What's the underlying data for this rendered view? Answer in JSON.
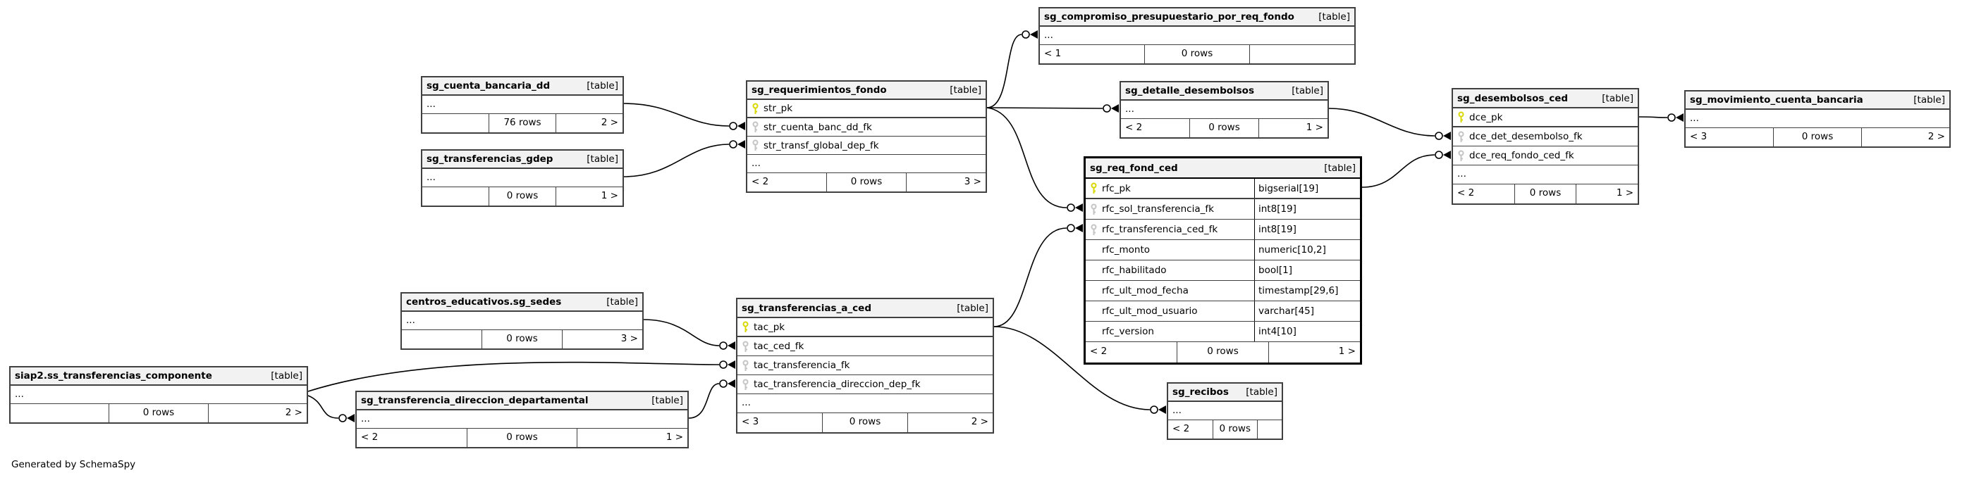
{
  "diagram": {
    "generated_by": "Generated by SchemaSpy",
    "table_tag": "[table]"
  },
  "colors": {
    "primary_key_icon": "#d8d800",
    "foreign_key_icon": "#c4c4c4",
    "header_bg": "#f2f2f2",
    "table_border": "#404040",
    "relationship_line": "#000000"
  },
  "tables": {
    "compromiso": {
      "name": "sg_compromiso_presupuestario_por_req_fondo",
      "tag": "[table]",
      "ellipsis": "...",
      "footer": {
        "left": "< 1",
        "center": "0 rows",
        "right": ""
      }
    },
    "cuenta_bancaria_dd": {
      "name": "sg_cuenta_bancaria_dd",
      "tag": "[table]",
      "ellipsis": "...",
      "footer": {
        "left": "",
        "center": "76 rows",
        "right": "2 >"
      }
    },
    "transferencias_gdep": {
      "name": "sg_transferencias_gdep",
      "tag": "[table]",
      "ellipsis": "...",
      "footer": {
        "left": "",
        "center": "0 rows",
        "right": "1 >"
      }
    },
    "requerimientos_fondo": {
      "name": "sg_requerimientos_fondo",
      "tag": "[table]",
      "columns": [
        {
          "name": "str_pk",
          "key": "pk"
        },
        {
          "name": "str_cuenta_banc_dd_fk",
          "key": "fk"
        },
        {
          "name": "str_transf_global_dep_fk",
          "key": "fk"
        }
      ],
      "ellipsis": "...",
      "footer": {
        "left": "< 2",
        "center": "0 rows",
        "right": "3 >"
      }
    },
    "detalle_desembolsos": {
      "name": "sg_detalle_desembolsos",
      "tag": "[table]",
      "ellipsis": "...",
      "footer": {
        "left": "< 2",
        "center": "0 rows",
        "right": "1 >"
      }
    },
    "desembolsos_ced": {
      "name": "sg_desembolsos_ced",
      "tag": "[table]",
      "columns": [
        {
          "name": "dce_pk",
          "key": "pk"
        },
        {
          "name": "dce_det_desembolso_fk",
          "key": "fk"
        },
        {
          "name": "dce_req_fondo_ced_fk",
          "key": "fk"
        }
      ],
      "ellipsis": "...",
      "footer": {
        "left": "< 2",
        "center": "0 rows",
        "right": "1 >"
      }
    },
    "movimiento_cuenta_bancaria": {
      "name": "sg_movimiento_cuenta_bancaria",
      "tag": "[table]",
      "ellipsis": "...",
      "footer": {
        "left": "< 3",
        "center": "0 rows",
        "right": "2 >"
      }
    },
    "req_fond_ced": {
      "name": "sg_req_fond_ced",
      "tag": "[table]",
      "columns": [
        {
          "name": "rfc_pk",
          "type": "bigserial[19]",
          "key": "pk"
        },
        {
          "name": "rfc_sol_transferencia_fk",
          "type": "int8[19]",
          "key": "fk"
        },
        {
          "name": "rfc_transferencia_ced_fk",
          "type": "int8[19]",
          "key": "fk"
        },
        {
          "name": "rfc_monto",
          "type": "numeric[10,2]",
          "key": ""
        },
        {
          "name": "rfc_habilitado",
          "type": "bool[1]",
          "key": ""
        },
        {
          "name": "rfc_ult_mod_fecha",
          "type": "timestamp[29,6]",
          "key": ""
        },
        {
          "name": "rfc_ult_mod_usuario",
          "type": "varchar[45]",
          "key": ""
        },
        {
          "name": "rfc_version",
          "type": "int4[10]",
          "key": ""
        }
      ],
      "footer": {
        "left": "< 2",
        "center": "0 rows",
        "right": "1 >"
      }
    },
    "sedes": {
      "name": "centros_educativos.sg_sedes",
      "tag": "[table]",
      "ellipsis": "...",
      "footer": {
        "left": "",
        "center": "0 rows",
        "right": "3 >"
      }
    },
    "siap2_transferencias_componente": {
      "name": "siap2.ss_transferencias_componente",
      "tag": "[table]",
      "ellipsis": "...",
      "footer": {
        "left": "",
        "center": "0 rows",
        "right": "2 >"
      }
    },
    "transferencia_direccion_departamental": {
      "name": "sg_transferencia_direccion_departamental",
      "tag": "[table]",
      "ellipsis": "...",
      "footer": {
        "left": "< 2",
        "center": "0 rows",
        "right": "1 >"
      }
    },
    "transferencias_a_ced": {
      "name": "sg_transferencias_a_ced",
      "tag": "[table]",
      "columns": [
        {
          "name": "tac_pk",
          "key": "pk"
        },
        {
          "name": "tac_ced_fk",
          "key": "fk"
        },
        {
          "name": "tac_transferencia_fk",
          "key": "fk"
        },
        {
          "name": "tac_transferencia_direccion_dep_fk",
          "key": "fk"
        }
      ],
      "ellipsis": "...",
      "footer": {
        "left": "< 3",
        "center": "0 rows",
        "right": "2 >"
      }
    },
    "recibos": {
      "name": "sg_recibos",
      "tag": "[table]",
      "ellipsis": "...",
      "footer": {
        "left": "< 2",
        "center": "0 rows",
        "right": ""
      }
    }
  },
  "relationships": [
    {
      "from": "sg_cuenta_bancaria_dd",
      "to": "sg_requerimientos_fondo.str_cuenta_banc_dd_fk"
    },
    {
      "from": "sg_transferencias_gdep",
      "to": "sg_requerimientos_fondo.str_transf_global_dep_fk"
    },
    {
      "from": "sg_requerimientos_fondo.str_pk",
      "to": "sg_compromiso_presupuestario_por_req_fondo"
    },
    {
      "from": "sg_requerimientos_fondo.str_pk",
      "to": "sg_detalle_desembolsos"
    },
    {
      "from": "sg_requerimientos_fondo.str_pk",
      "to": "sg_req_fond_ced.rfc_sol_transferencia_fk"
    },
    {
      "from": "sg_detalle_desembolsos",
      "to": "sg_desembolsos_ced.dce_det_desembolso_fk"
    },
    {
      "from": "sg_req_fond_ced.rfc_pk",
      "to": "sg_desembolsos_ced.dce_req_fondo_ced_fk"
    },
    {
      "from": "sg_desembolsos_ced.dce_pk",
      "to": "sg_movimiento_cuenta_bancaria"
    },
    {
      "from": "centros_educativos.sg_sedes",
      "to": "sg_transferencias_a_ced.tac_ced_fk"
    },
    {
      "from": "siap2.ss_transferencias_componente",
      "to": "sg_transferencias_a_ced.tac_transferencia_fk"
    },
    {
      "from": "siap2.ss_transferencias_componente",
      "to": "sg_transferencia_direccion_departamental"
    },
    {
      "from": "sg_transferencia_direccion_departamental",
      "to": "sg_transferencias_a_ced.tac_transferencia_direccion_dep_fk"
    },
    {
      "from": "sg_transferencias_a_ced.tac_pk",
      "to": "sg_req_fond_ced.rfc_transferencia_ced_fk"
    },
    {
      "from": "sg_transferencias_a_ced.tac_pk",
      "to": "sg_recibos"
    }
  ]
}
